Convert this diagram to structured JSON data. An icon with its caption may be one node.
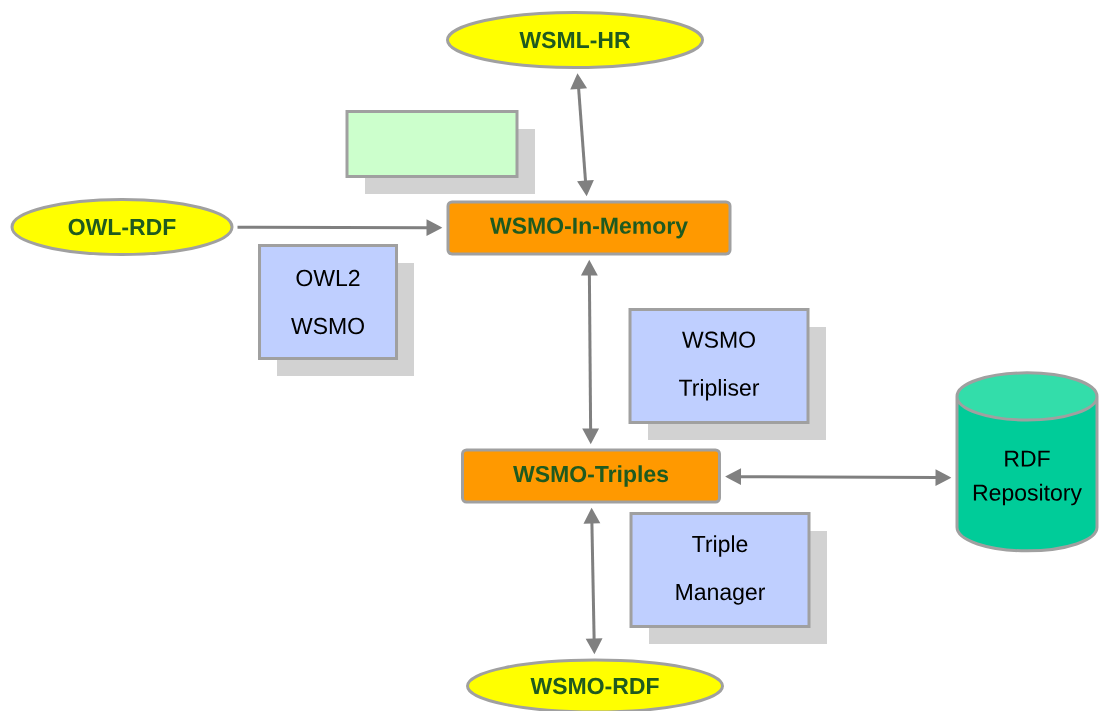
{
  "diagram": {
    "nodes": [
      {
        "text": [
          "WSML-HR"
        ]
      },
      {
        "text": [],
        "shape": "box"
      },
      {
        "text": [
          "OWL-RDF"
        ]
      },
      {
        "text": [
          "WSMO-In-Memory"
        ]
      },
      {
        "text": [
          "OWL2 WSMO"
        ]
      },
      {
        "text": [
          "WSMO Tripliser"
        ]
      },
      {
        "text": [
          "WSMO-Triples"
        ]
      },
      {
        "text": [
          "RDF Repository"
        ]
      },
      {
        "text": [
          "Triple Manager"
        ]
      },
      {
        "text": [
          "WSMO-RDF"
        ]
      }
    ],
    "edges": [
      {
        "from": 0,
        "to": 3,
        "arrow": "both"
      },
      {
        "from": 2,
        "to": 3,
        "arrow": "to"
      },
      {
        "from": 3,
        "to": 6,
        "arrow": "both"
      },
      {
        "from": 6,
        "to": 7,
        "arrow": "both"
      },
      {
        "from": 6,
        "to": 9,
        "arrow": "both"
      }
    ]
  }
}
